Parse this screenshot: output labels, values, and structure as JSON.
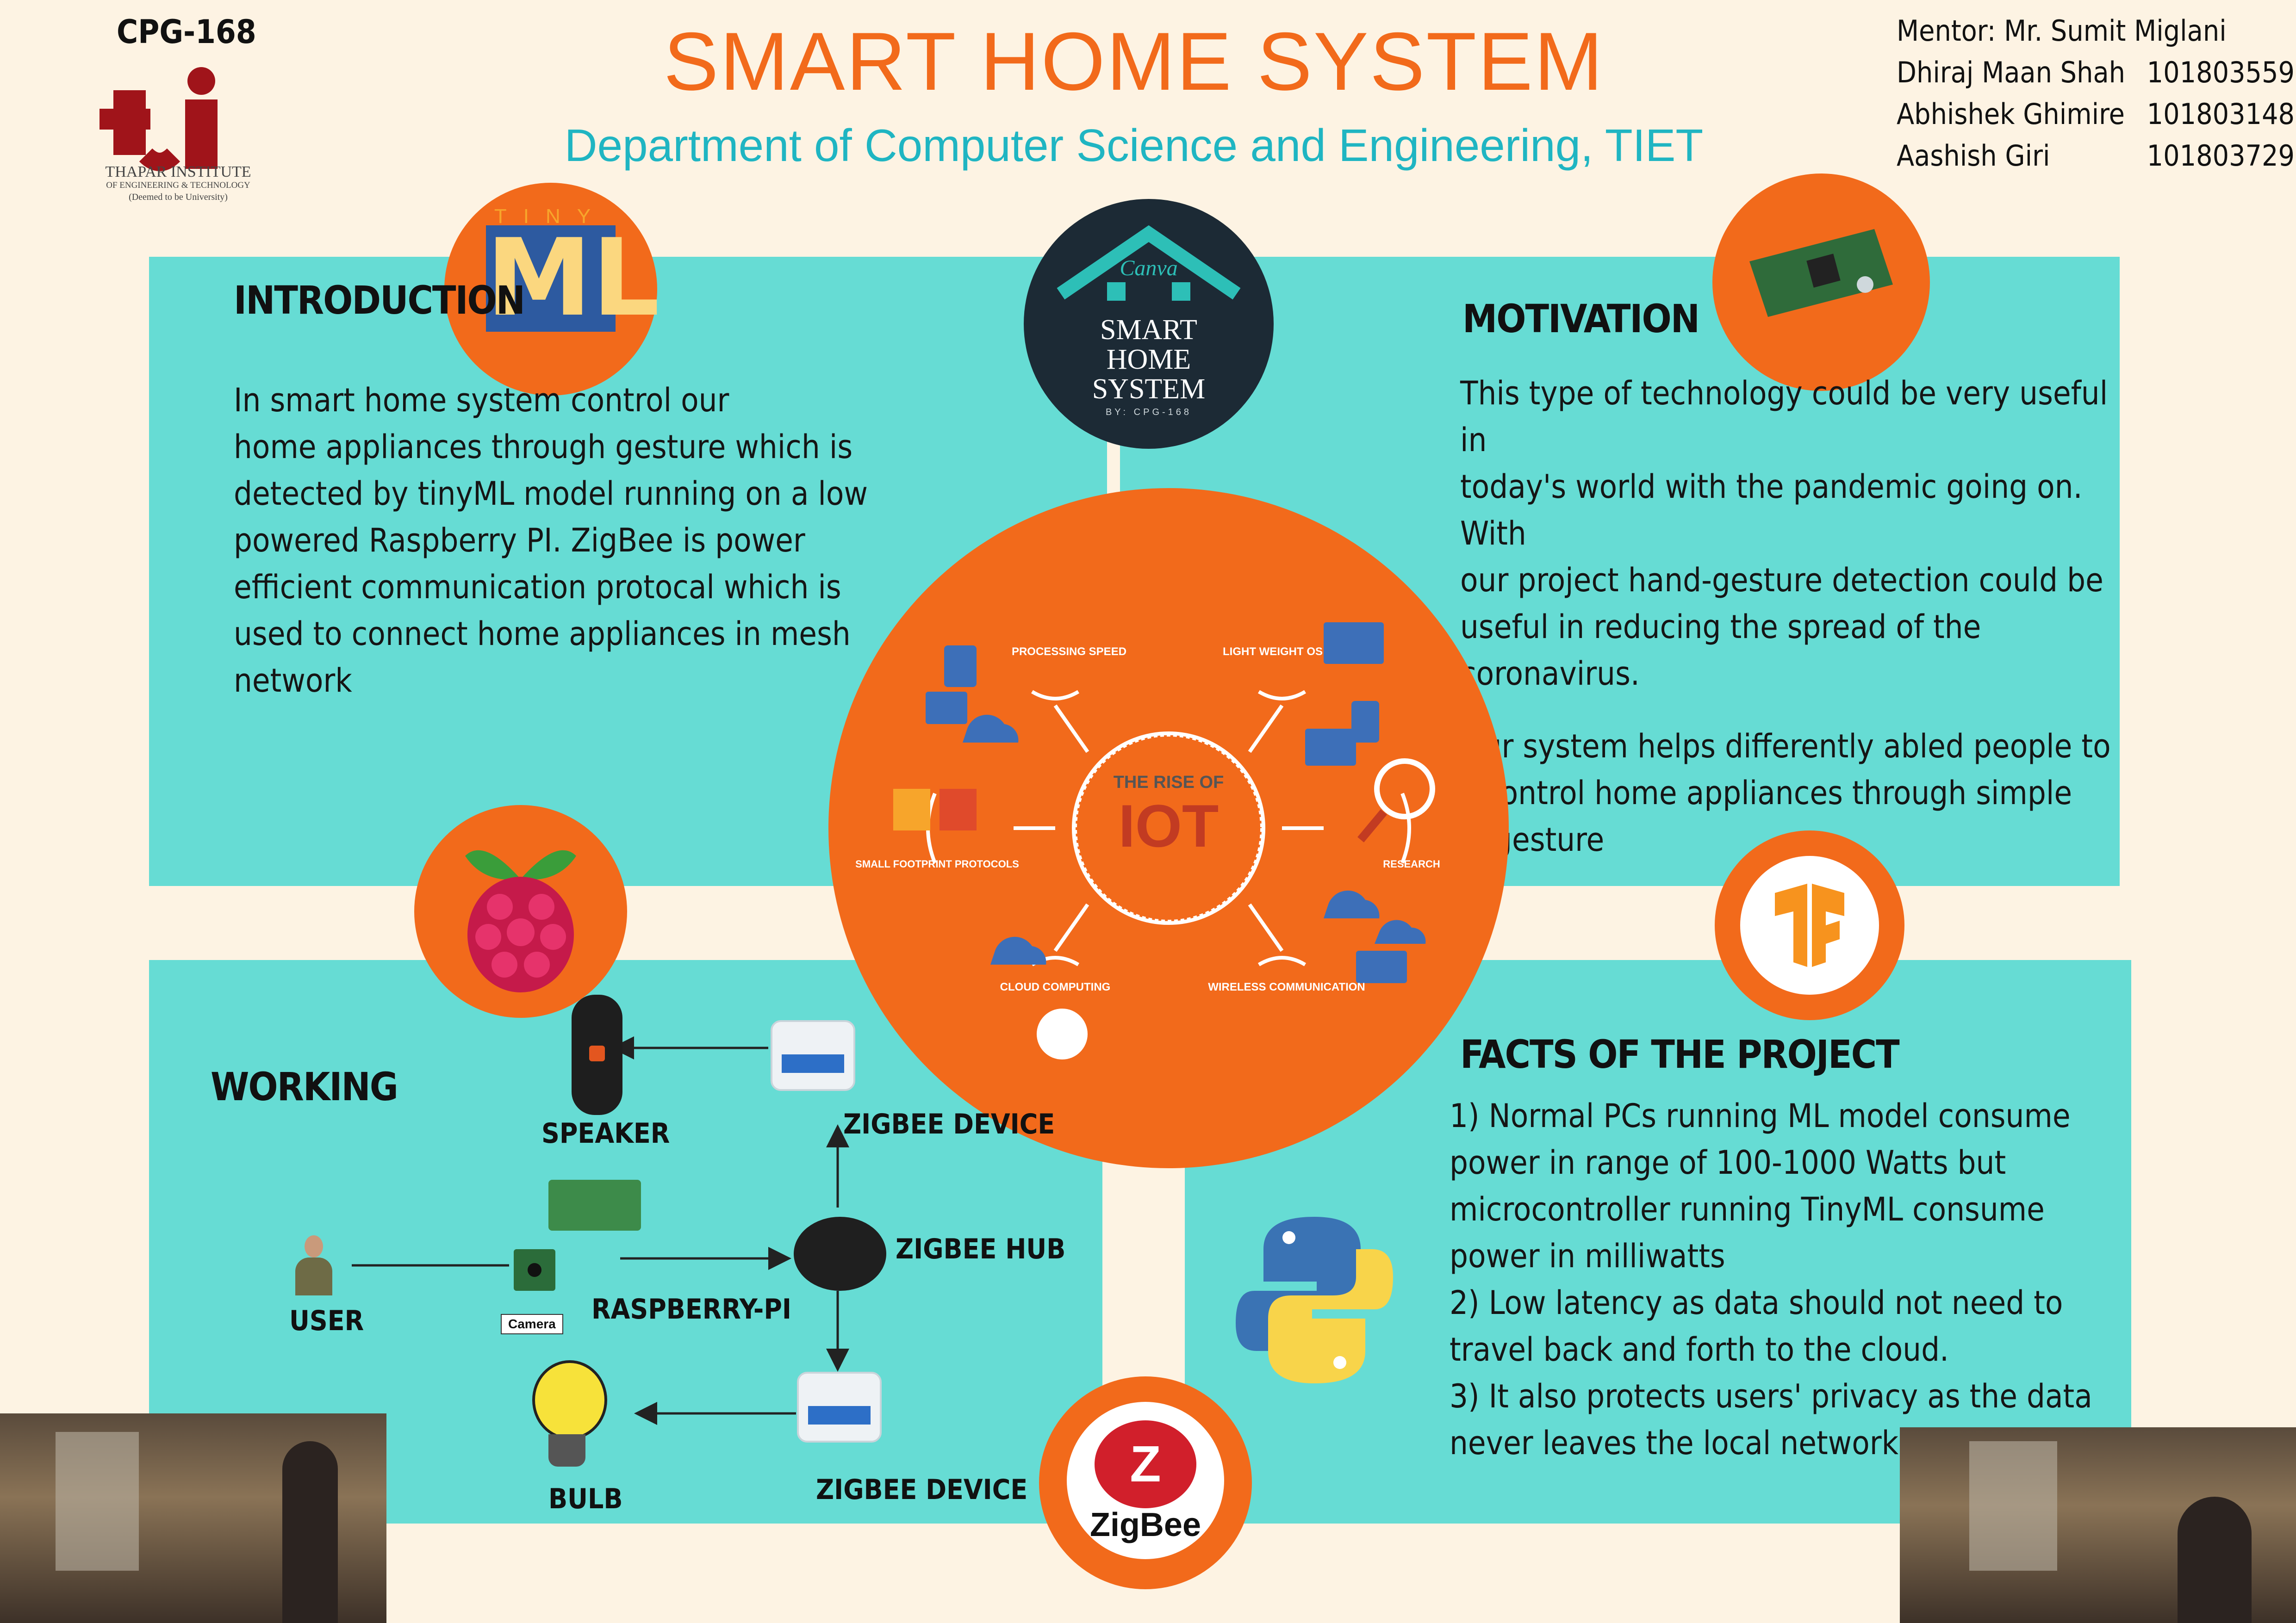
{
  "header": {
    "code": "CPG-168",
    "title": "SMART HOME SYSTEM",
    "subtitle": "Department of Computer Science and Engineering, TIET",
    "institute": {
      "name": "THAPAR INSTITUTE",
      "line2": "OF ENGINEERING & TECHNOLOGY",
      "line3": "(Deemed to be University)"
    },
    "mentor": "Mentor: Mr. Sumit Miglani",
    "members": [
      {
        "name": "Dhiraj Maan Shah",
        "roll": "101803559"
      },
      {
        "name": "Abhishek Ghimire",
        "roll": "101803148"
      },
      {
        "name": "Aashish Giri",
        "roll": "101803729"
      }
    ]
  },
  "logo": {
    "brand": "Canva",
    "line1": "SMART",
    "line2": "HOME",
    "line3": "SYSTEM",
    "by": "BY: CPG-168"
  },
  "tinyml": {
    "top": "TINY",
    "main": "ML"
  },
  "introduction": {
    "heading": "INTRODUCTION",
    "lines": [
      "In smart home system control our",
      "home appliances through gesture which is",
      "detected by tinyML model running on a low",
      "powered Raspberry PI. ZigBee is power",
      "efficient communication protocal which is",
      "used to connect home appliances in mesh",
      "network"
    ]
  },
  "motivation": {
    "heading": "MOTIVATION",
    "para1": [
      "This type of technology could be very useful in",
      "today's world with the pandemic going on.  With",
      "our project hand-gesture detection could be",
      "useful in reducing the spread of the coronavirus."
    ],
    "para2": [
      "Our system helps differently abled people to",
      "control home appliances through simple",
      "gesture"
    ]
  },
  "iot": {
    "center_top": "THE RISE OF",
    "center_main": "IOT",
    "spokes": [
      "PROCESSING SPEED",
      "LIGHT WEIGHT OS",
      "SMALL FOOTPRINT PROTOCOLS",
      "RESEARCH",
      "CLOUD COMPUTING",
      "WIRELESS COMMUNICATION"
    ]
  },
  "working": {
    "heading": "WORKING",
    "labels": {
      "speaker": "SPEAKER",
      "zigbee_device_top": "ZIGBEE DEVICE",
      "zigbee_hub": "ZIGBEE HUB",
      "user": "USER",
      "raspberry": "RASPBERRY-PI",
      "camera": "Camera",
      "bulb": "BULB",
      "zigbee_device_bottom": "ZIGBEE DEVICE"
    }
  },
  "facts": {
    "heading": "FACTS OF THE PROJECT",
    "lines": [
      "1) Normal PCs running ML model consume",
      "power in range of 100-1000 Watts but",
      "microcontroller running TinyML consume",
      "power in milliwatts",
      "2) Low latency as data should not need to",
      "travel back and forth to the cloud.",
      "3) It also protects users' privacy as the data",
      "never leaves the local network."
    ]
  },
  "zigbee": {
    "brand": "ZigBee"
  },
  "colors": {
    "orange": "#f26a1b",
    "teal": "#66dcd4",
    "cream": "#fdf3e3",
    "subtitle": "#1fb5c2",
    "navy": "#1c2a35"
  }
}
